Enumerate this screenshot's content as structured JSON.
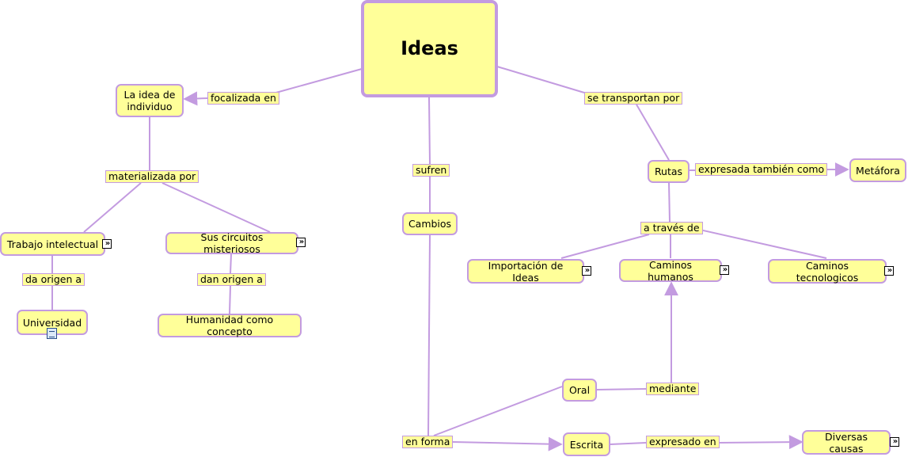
{
  "colors": {
    "node_fill": "#ffff99",
    "node_border": "#c39be0",
    "edge": "#c39be0"
  },
  "nodes": {
    "ideas": "Ideas",
    "individuo": "La idea de individuo",
    "trabajo": "Trabajo intelectual",
    "circuitos": "Sus circuitos misteriosos",
    "universidad": "Universidad",
    "humanidad": "Humanidad como concepto",
    "cambios": "Cambios",
    "rutas": "Rutas",
    "metafora": "Metáfora",
    "importacion": "Importación de Ideas",
    "caminos_humanos": "Caminos humanos",
    "caminos_tecnologicos": "Caminos tecnologicos",
    "oral": "Oral",
    "escrita": "Escrita",
    "diversas": "Diversas causas"
  },
  "links": {
    "focalizada": "focalizada en",
    "materializada": "materializada por",
    "da_origen": "da origen a",
    "dan_origen": "dan origen a",
    "sufren": "sufren",
    "transportan": "se transportan por",
    "expresada": "expresada también como",
    "a_traves": "a través de",
    "mediante": "mediante",
    "en_forma": "en forma",
    "expresado": "expresado en"
  },
  "icons": {
    "expand": "double-chevron-right-icon",
    "document": "document-icon"
  }
}
